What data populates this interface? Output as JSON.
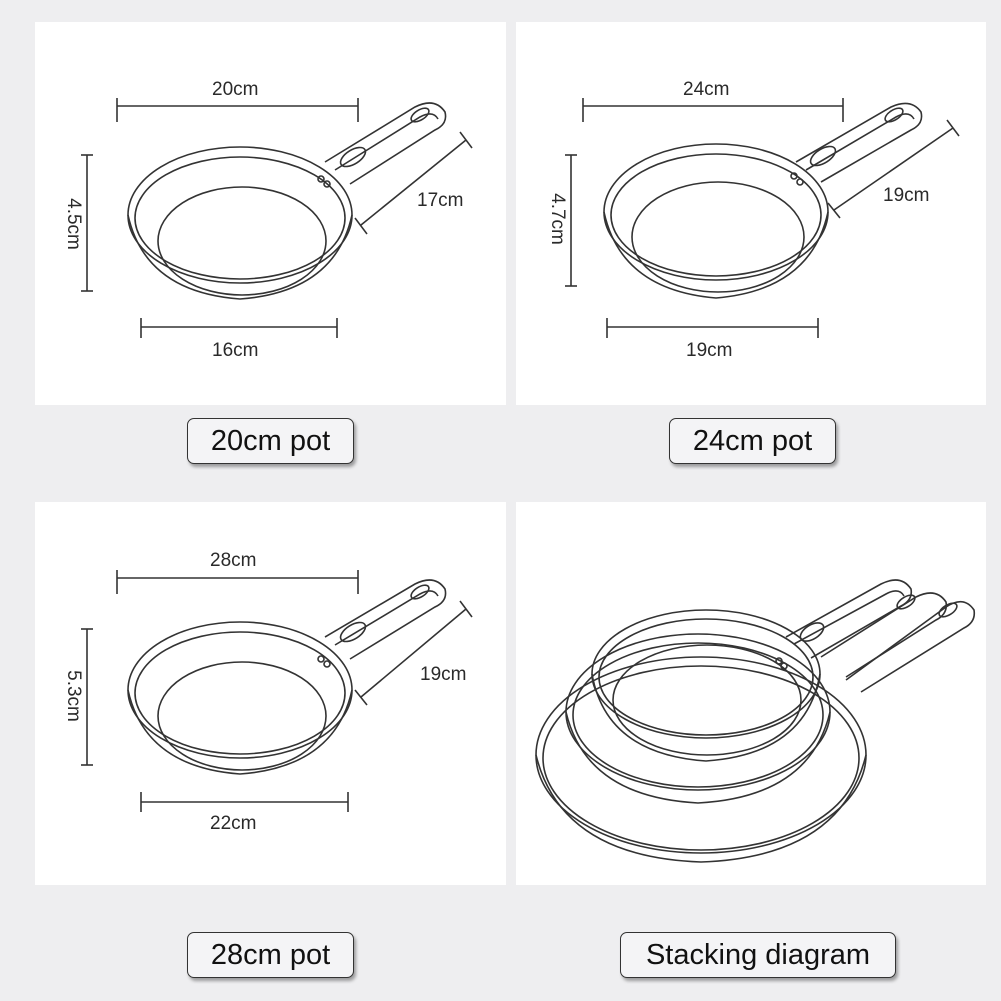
{
  "panels": [
    {
      "id": "pan-20",
      "top_dimension": "20cm",
      "height_dimension": "4.5cm",
      "handle_dimension": "17cm",
      "bottom_dimension": "16cm",
      "label": "20cm pot"
    },
    {
      "id": "pan-24",
      "top_dimension": "24cm",
      "height_dimension": "4.7cm",
      "handle_dimension": "19cm",
      "bottom_dimension": "19cm",
      "label": "24cm pot"
    },
    {
      "id": "pan-28",
      "top_dimension": "28cm",
      "height_dimension": "5.3cm",
      "handle_dimension": "19cm",
      "bottom_dimension": "22cm",
      "label": "28cm pot"
    },
    {
      "id": "stacking",
      "label": "Stacking diagram"
    }
  ],
  "colors": {
    "background": "#eeeef0",
    "panel": "#ffffff",
    "line": "#333333"
  }
}
